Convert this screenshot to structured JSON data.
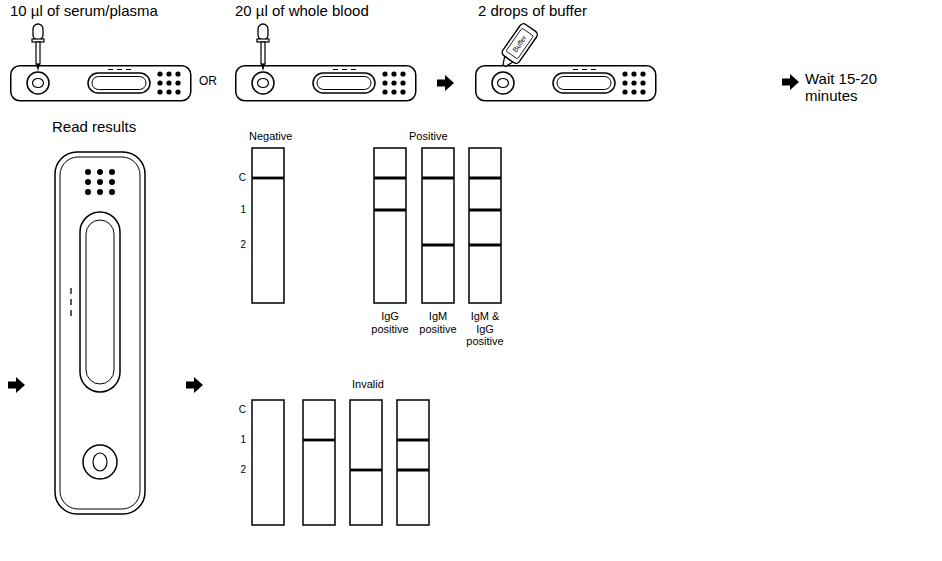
{
  "diagram": {
    "labels": [
      "10 µl of serum/plasma",
      "20 µl of whole blood",
      "2 drops of buffer",
      "OR",
      "Buffer",
      "Wait 15-20 minutes",
      "Read results",
      "Negative",
      "Positive",
      "C",
      "1",
      "2",
      "IgG positive",
      "IgM positive",
      "IgM & IgG positive",
      "Invalid",
      "C",
      "1",
      "2"
    ]
  }
}
